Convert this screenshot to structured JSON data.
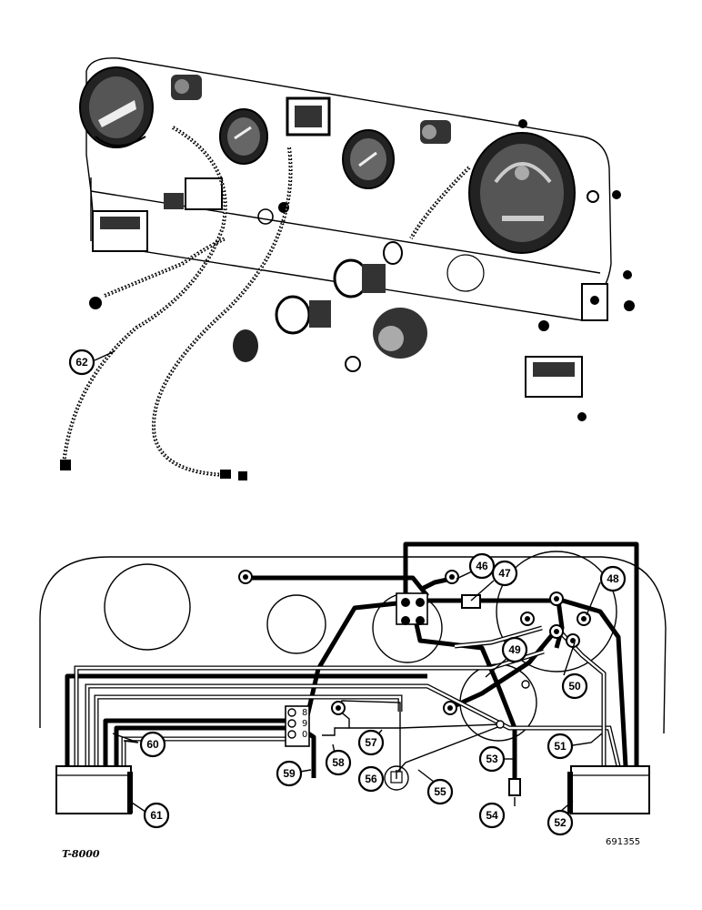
{
  "callouts": [
    {
      "label": "62"
    },
    {
      "label": "46"
    },
    {
      "label": "47"
    },
    {
      "label": "48"
    },
    {
      "label": "49"
    },
    {
      "label": "50"
    },
    {
      "label": "51"
    },
    {
      "label": "52"
    },
    {
      "label": "53"
    },
    {
      "label": "54"
    },
    {
      "label": "55"
    },
    {
      "label": "56"
    },
    {
      "label": "57"
    },
    {
      "label": "58"
    },
    {
      "label": "59"
    },
    {
      "label": "60"
    },
    {
      "label": "61"
    }
  ],
  "drawing_number": "691355",
  "model_code": "T-8000",
  "terminal_marks": {
    "left_top": "8",
    "left_mid": "9",
    "left_bot": "0"
  }
}
